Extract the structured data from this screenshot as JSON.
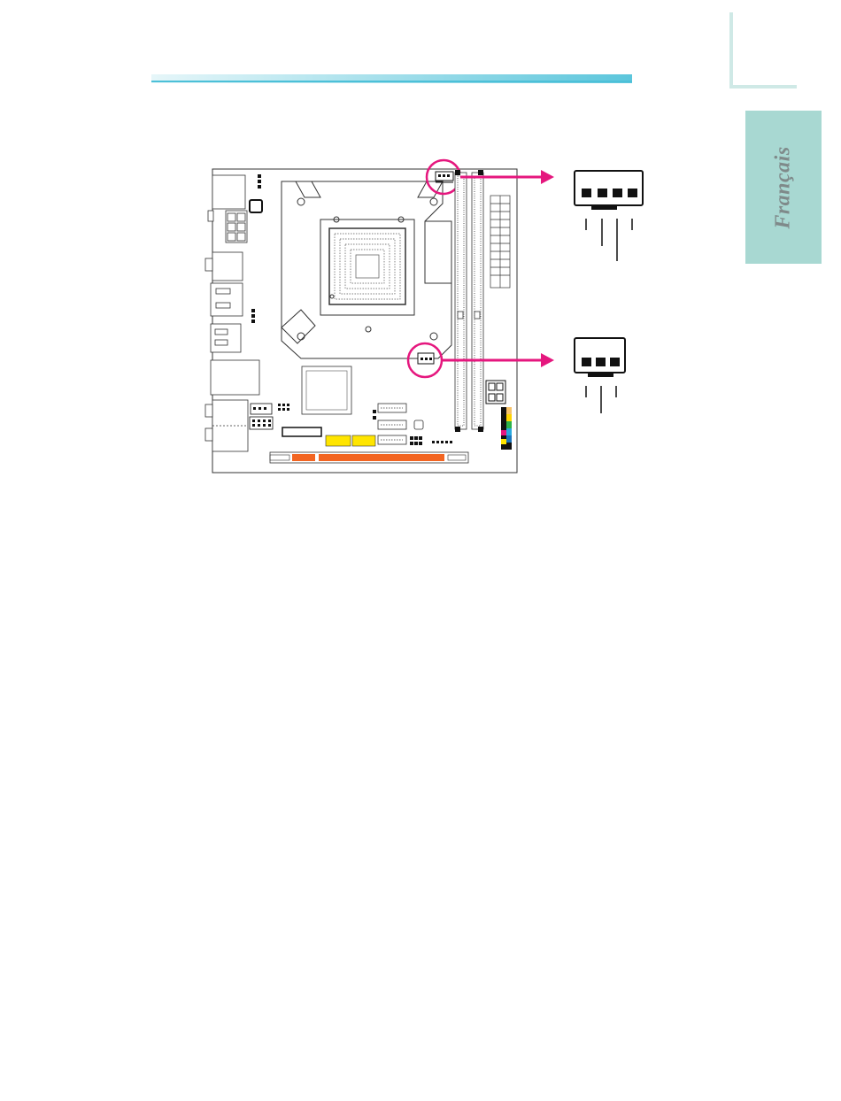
{
  "side_tab": {
    "label": "Français"
  },
  "colors": {
    "accent_pink": "#e5177e",
    "header_cyan": "#5cc6dc",
    "side_tab": "#a8d8d2",
    "side_tab_text": "#7f8a8a",
    "slot_orange": "#f26522",
    "header_yellow": "#ffe500"
  },
  "callouts": [
    {
      "name": "fan-connector-4pin",
      "pins": 4
    },
    {
      "name": "fan-connector-3pin",
      "pins": 3
    }
  ]
}
